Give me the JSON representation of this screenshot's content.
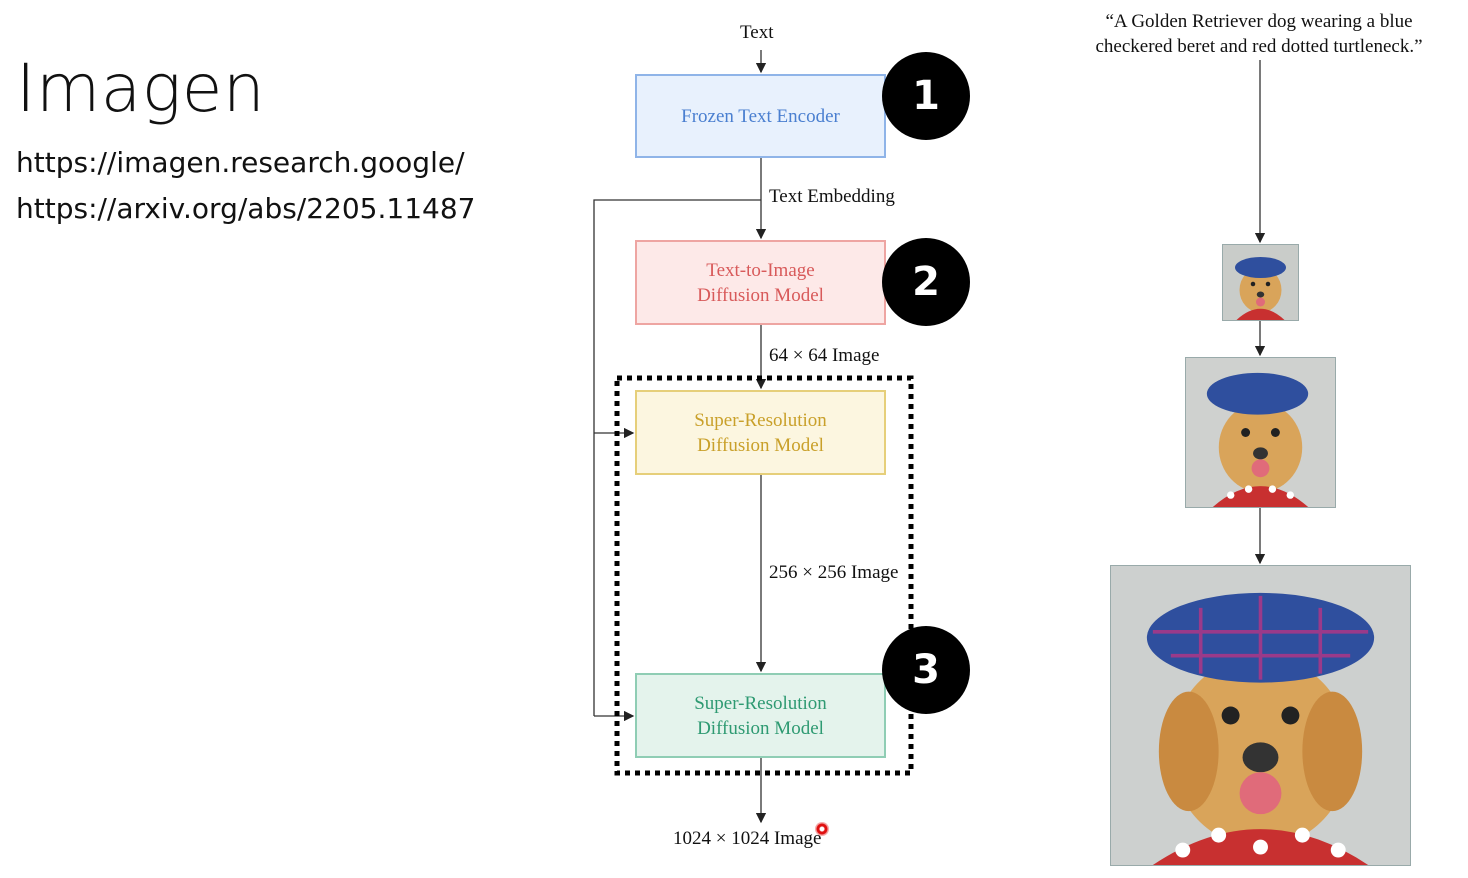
{
  "slide": {
    "title": "Imagen",
    "links": [
      "https://imagen.research.google/",
      "https://arxiv.org/abs/2205.11487"
    ]
  },
  "diagram": {
    "input_label": "Text",
    "stages": [
      {
        "label_line1": "Frozen Text Encoder",
        "label_line2": "",
        "badge": "1",
        "color": "#4a7fd0",
        "fill": "#e8f1fd",
        "border": "#8fb4e8"
      },
      {
        "label_line1": "Text-to-Image",
        "label_line2": "Diffusion Model",
        "badge": "2",
        "color": "#d85a5a",
        "fill": "#fde9e8",
        "border": "#eea5a2"
      },
      {
        "label_line1": "Super-Resolution",
        "label_line2": "Diffusion Model",
        "badge": "",
        "color": "#c9a02a",
        "fill": "#fcf6e0",
        "border": "#e6cf7a"
      },
      {
        "label_line1": "Super-Resolution",
        "label_line2": "Diffusion Model",
        "badge": "3",
        "color": "#2e9a72",
        "fill": "#e4f3ec",
        "border": "#8fcdb4"
      }
    ],
    "edge_labels": {
      "embedding": "Text Embedding",
      "img64": "64 × 64 Image",
      "img256": "256 × 256 Image",
      "img1024": "1024 × 1024 Image"
    }
  },
  "example": {
    "prompt_line1": "“A Golden Retriever dog wearing a blue",
    "prompt_line2": "checkered beret and red dotted turtleneck.”",
    "images": [
      "golden-retriever-64",
      "golden-retriever-256",
      "golden-retriever-1024"
    ]
  },
  "colors": {
    "accent_cursor": "#e01010"
  }
}
